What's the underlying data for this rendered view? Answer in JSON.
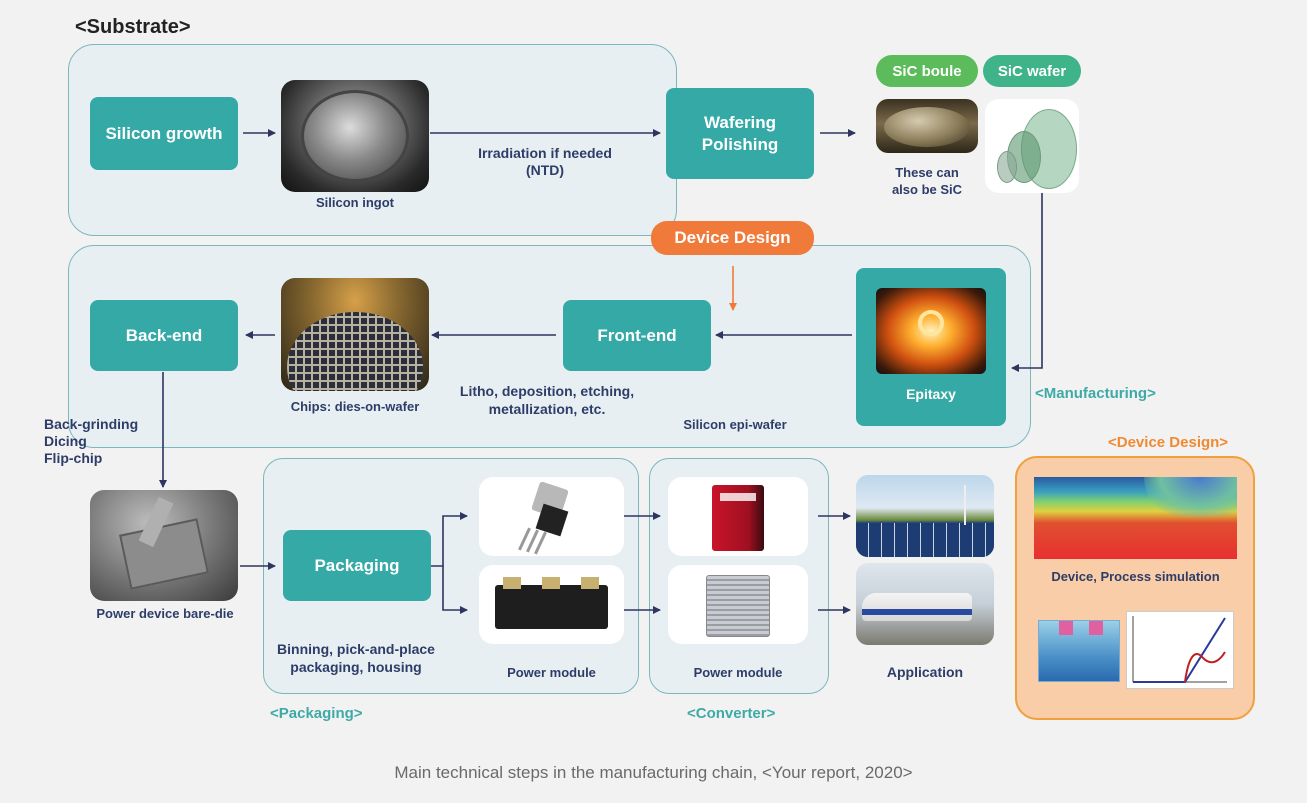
{
  "substrate": {
    "heading": "<Substrate>",
    "silicon_growth": "Silicon growth",
    "silicon_ingot": "Silicon ingot",
    "irradiation": "Irradiation if needed\n(NTD)",
    "wafering": "Wafering\nPolishing",
    "sic_boule": "SiC boule",
    "sic_wafer": "SiC wafer",
    "sic_note": "These can\nalso be SiC"
  },
  "manufacturing": {
    "device_design_pill": "Device Design",
    "back_end": "Back-end",
    "front_end": "Front-end",
    "epitaxy": "Epitaxy",
    "chips": "Chips: dies-on-wafer",
    "litho": "Litho, deposition, etching,\nmetallization, etc.",
    "epi_wafer": "Silicon epi-wafer",
    "tag": "<Manufacturing>",
    "back_grinding": "Back-grinding\nDicing\nFlip-chip"
  },
  "packaging": {
    "bare_die": "Power device bare-die",
    "packaging_step": "Packaging",
    "binning": "Binning, pick-and-place\npackaging, housing",
    "power_module": "Power module",
    "tag": "<Packaging>"
  },
  "converter": {
    "power_module": "Power module",
    "tag": "<Converter>"
  },
  "application": {
    "label": "Application"
  },
  "device_design": {
    "tag": "<Device Design>",
    "simulation": "Device, Process simulation"
  },
  "caption": "Main technical steps in the manufacturing chain, <Your report, 2020>",
  "colors": {
    "teal_box": "#35a9a6",
    "region_fill": "#e8eff3",
    "region_border": "#7ab8bc",
    "orange": "#f07a3a",
    "navy_text": "#2e3d68",
    "sic_green": "#5cbb5a"
  }
}
